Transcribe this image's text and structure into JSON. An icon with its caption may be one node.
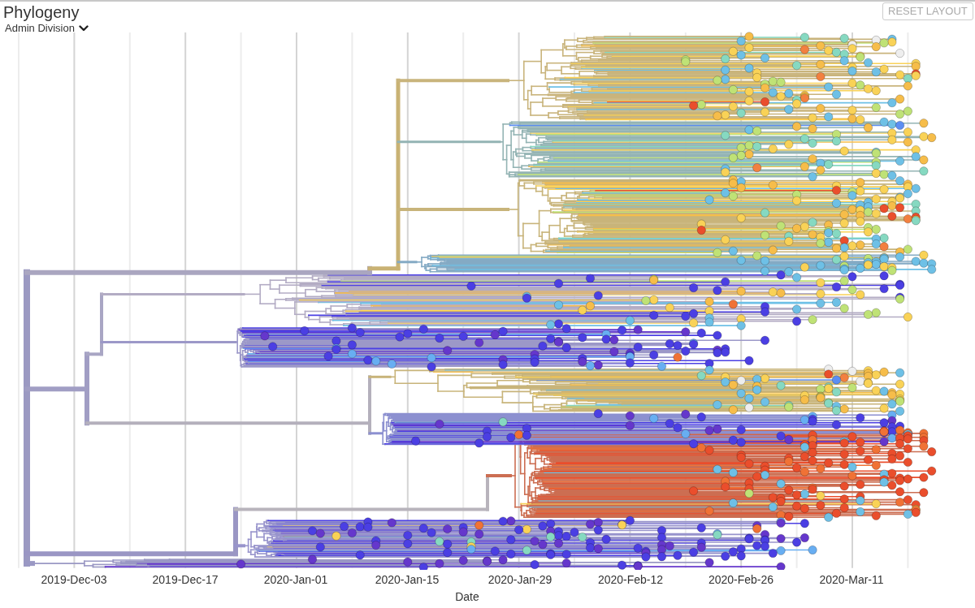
{
  "diagram": {
    "title": "Phylogeny",
    "labels": [
      "RESET LAYOUT",
      "Admin Division",
      "2019-Dec-03",
      "2019-Dec-17",
      "2020-Jan-01",
      "2020-Jan-15",
      "2020-Jan-29",
      "2020-Feb-12",
      "2020-Feb-26",
      "2020-Mar-11",
      "Date"
    ]
  }
}
